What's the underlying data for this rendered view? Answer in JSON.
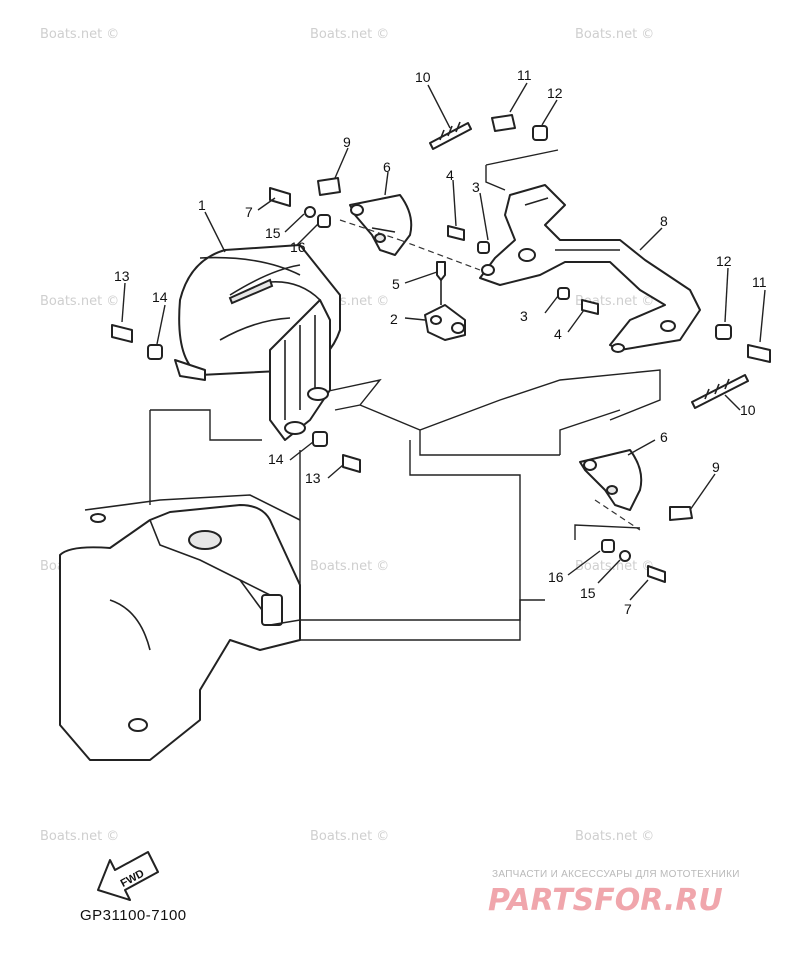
{
  "watermarks": [
    "Boats.net ©",
    "Boats.net ©",
    "Boats.net ©",
    "Boats.net ©",
    "Boats.net ©",
    "Boats.net ©",
    "Boats.net ©",
    "Boats.net ©",
    "Boats.net ©",
    "Boats.net ©",
    "Boats.net ©",
    "Boats.net ©"
  ],
  "callouts": {
    "c1": "1",
    "c2": "2",
    "c3a": "3",
    "c3b": "3",
    "c4a": "4",
    "c4b": "4",
    "c5": "5",
    "c6a": "6",
    "c6b": "6",
    "c7a": "7",
    "c7b": "7",
    "c8": "8",
    "c9a": "9",
    "c9b": "9",
    "c10a": "10",
    "c10b": "10",
    "c11a": "11",
    "c11b": "11",
    "c12a": "12",
    "c12b": "12",
    "c13a": "13",
    "c13b": "13",
    "c14a": "14",
    "c14b": "14",
    "c15a": "15",
    "c15b": "15",
    "c16a": "16",
    "c16b": "16"
  },
  "fwd_label": "FWD",
  "figure_code": "GP31100-7100",
  "branding": {
    "tagline": "ЗАПЧАСТИ И АКСЕССУАРЫ ДЛЯ МОТОТЕХНИКИ",
    "logo": "PARTSFOR.RU",
    "color": "#f0a6ac"
  }
}
